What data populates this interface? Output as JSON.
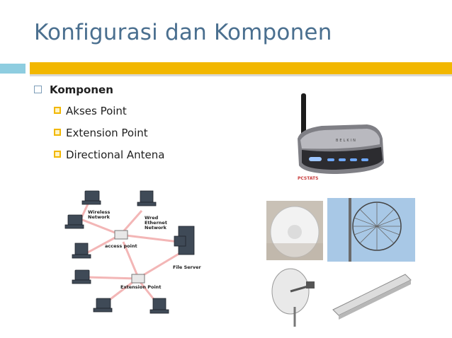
{
  "slide": {
    "title": "Konfigurasi dan Komponen",
    "bullet_main": "Komponen",
    "sub_items": [
      {
        "label": "Akses Point"
      },
      {
        "label": "Extension Point"
      },
      {
        "label": "Directional Antena"
      }
    ]
  },
  "router_photo": {
    "brand": "BELKIN",
    "watermark": "PCSTATS"
  },
  "network_diagram": {
    "labels": {
      "wireless": "Wireless\nNetwork",
      "wired": "Wred\nEthernet\nNetwork",
      "access_point": "access point",
      "file_server": "File Server",
      "extension_point": "Extension Point"
    }
  },
  "colors": {
    "title": "#4a6f8f",
    "accent_bar": "#f2b700",
    "left_bar": "#8ecde0",
    "link_lines": "#f3b6b6"
  }
}
